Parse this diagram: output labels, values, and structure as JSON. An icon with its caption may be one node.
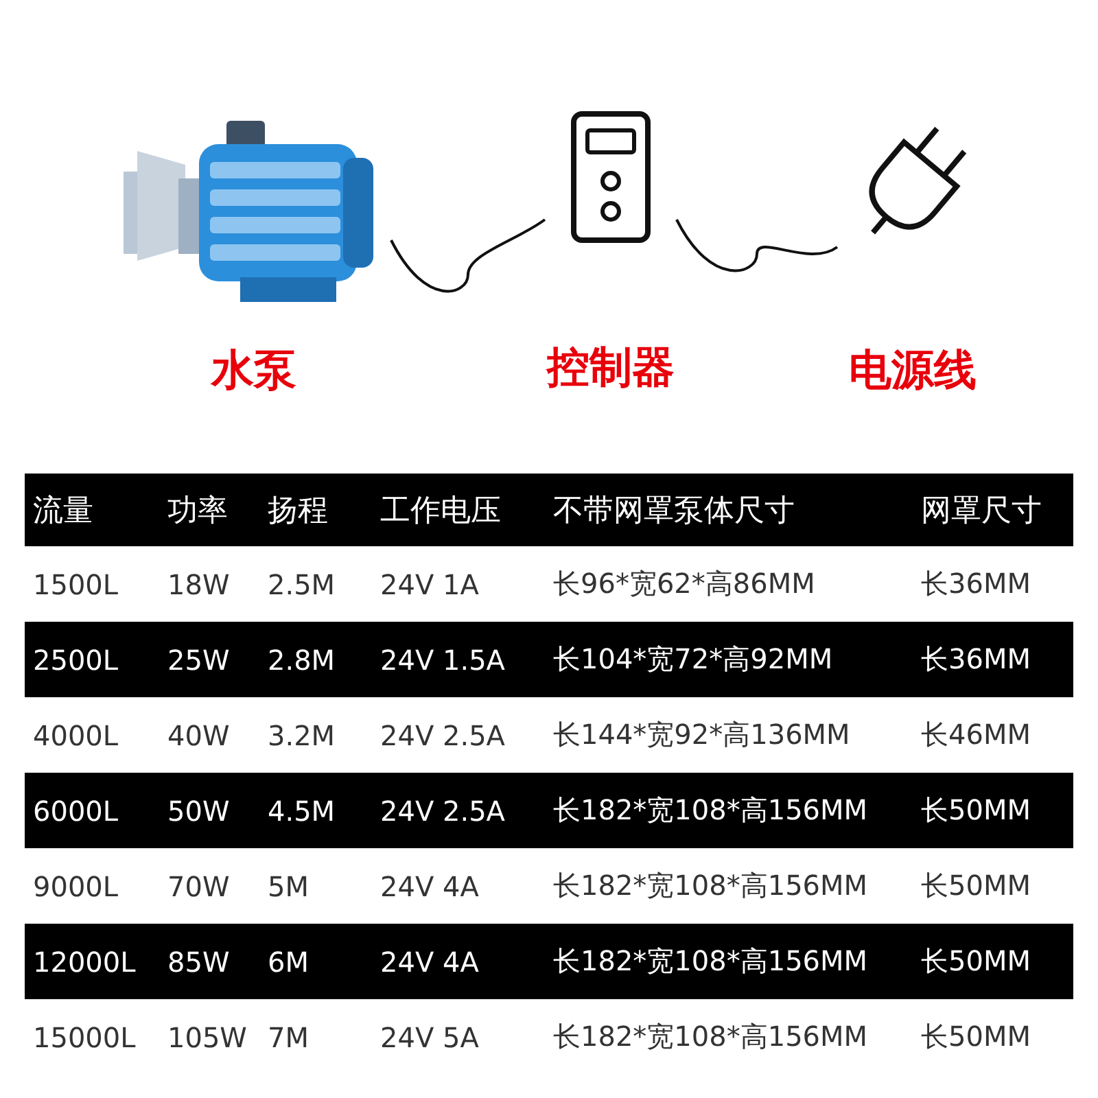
{
  "diagram": {
    "nodes": [
      {
        "text": [
          "水泵"
        ]
      },
      {
        "text": [
          "控制器"
        ]
      },
      {
        "text": [
          "电源线"
        ]
      }
    ],
    "edges": [
      {
        "from": 0,
        "to": 1,
        "arrow": "none"
      },
      {
        "from": 1,
        "to": 2,
        "arrow": "none"
      }
    ],
    "labels": [
      "流量",
      "功率",
      "扬程",
      "工作电压",
      "不带网罩泵体尺寸",
      "网罩尺寸",
      "1500L",
      "18W",
      "2.5M",
      "24V 1A",
      "长96*宽62*高86MM",
      "长36MM",
      "2500L",
      "25W",
      "2.8M",
      "24V 1.5A",
      "长104*宽72*高92MM",
      "长36MM",
      "4000L",
      "40W",
      "3.2M",
      "24V 2.5A",
      "长144*宽92*高136MM",
      "长46MM",
      "6000L",
      "50W",
      "4.5M",
      "24V 2.5A",
      "长182*宽108*高156MM",
      "长50MM",
      "9000L",
      "70W",
      "5M",
      "24V 4A",
      "长182*宽108*高156MM",
      "长50MM",
      "12000L",
      "85W",
      "6M",
      "24V 4A",
      "长182*宽108*高156MM",
      "长50MM",
      "15000L",
      "105W",
      "7M",
      "24V 5A",
      "长182*宽108*高156MM",
      "长50MM"
    ]
  }
}
